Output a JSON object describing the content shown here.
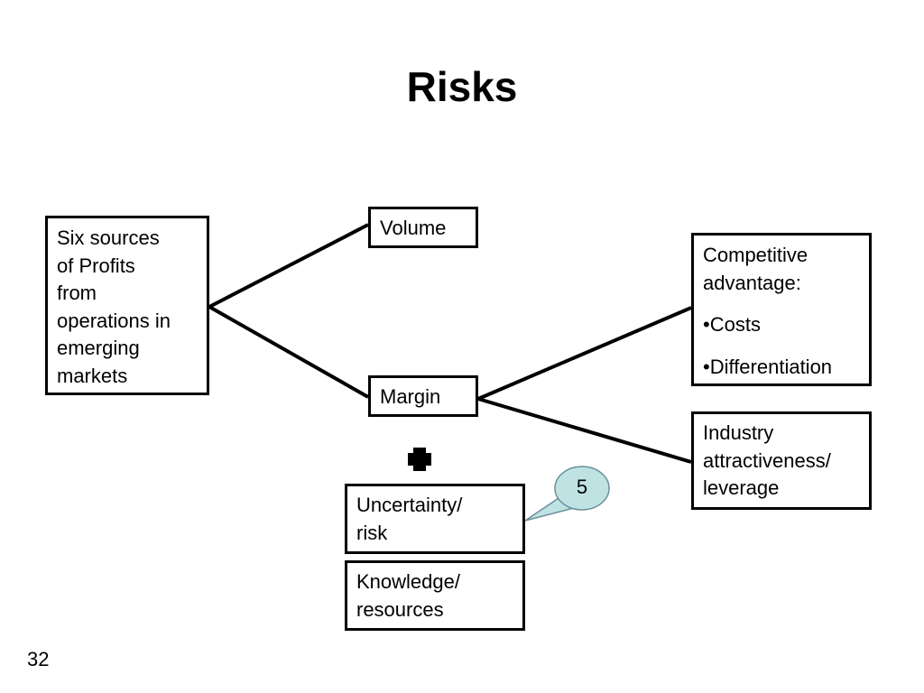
{
  "slide": {
    "title": "Risks",
    "page_number": "32"
  },
  "boxes": {
    "sources": {
      "line1": "Six sources",
      "line2": "of Profits",
      "line3": "from",
      "line4": "operations in",
      "line5": "emerging",
      "line6": "markets"
    },
    "volume": {
      "label": "Volume"
    },
    "margin": {
      "label": "Margin"
    },
    "competitive": {
      "line1": "Competitive",
      "line2": "advantage:",
      "bullet1": "•Costs",
      "bullet2": "•Differentiation"
    },
    "industry": {
      "line1": "Industry",
      "line2": "attractiveness/",
      "line3": "leverage"
    },
    "uncertainty": {
      "line1": "Uncertainty/",
      "line2": "risk"
    },
    "knowledge": {
      "line1": "Knowledge/",
      "line2": "resources"
    }
  },
  "callout": {
    "label": "5",
    "fill": "#bfe3e3"
  },
  "plus_symbol": {
    "icon": "plus-icon"
  }
}
